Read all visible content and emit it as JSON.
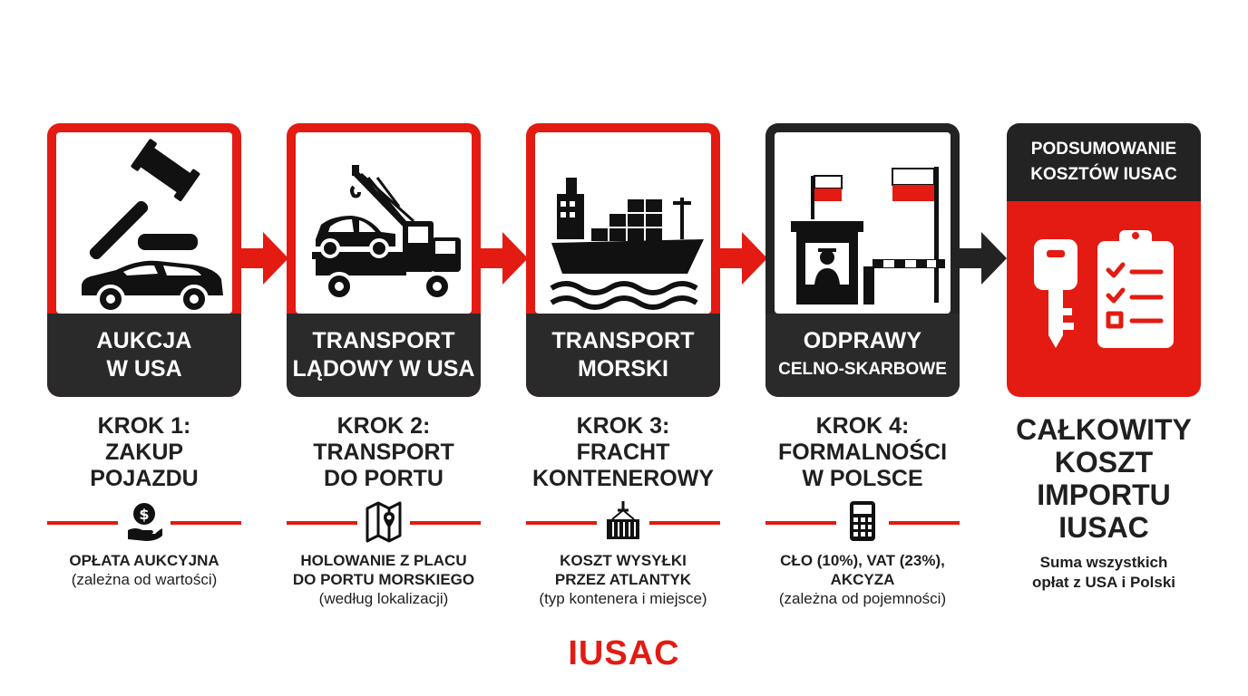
{
  "steps": [
    {
      "card_title_1": "AUKCJA",
      "card_title_2": "W USA",
      "step_heading": [
        "KROK 1:",
        "ZAKUP",
        "POJAZDU"
      ],
      "desc_bold": [
        "OPŁATA AUKCYJNA"
      ],
      "desc_normal": [
        "(zależna od wartości)"
      ],
      "icon": "gavel-car-icon",
      "small_icon": "money-hand-icon"
    },
    {
      "card_title_1": "TRANSPORT",
      "card_title_2": "LĄDOWY W USA",
      "step_heading": [
        "KROK 2:",
        "TRANSPORT",
        "DO PORTU"
      ],
      "desc_bold": [
        "HOLOWANIE Z PLACU",
        "DO PORTU MORSKIEGO"
      ],
      "desc_normal": [
        "(według lokalizacji)"
      ],
      "icon": "tow-truck-icon",
      "small_icon": "map-pin-icon"
    },
    {
      "card_title_1": "TRANSPORT",
      "card_title_2": "MORSKI",
      "step_heading": [
        "KROK 3:",
        "FRACHT",
        "KONTENEROWY"
      ],
      "desc_bold": [
        "KOSZT WYSYŁKI",
        "PRZEZ ATLANTYK"
      ],
      "desc_normal": [
        "(typ kontenera i miejsce)"
      ],
      "icon": "cargo-ship-icon",
      "small_icon": "container-icon"
    },
    {
      "card_title_1": "ODPRAWY",
      "card_title_2": "CELNO-SKARBOWE",
      "step_heading": [
        "KROK 4:",
        "FORMALNOŚCI",
        "W POLSCE"
      ],
      "desc_bold": [
        "CŁO (10%), VAT (23%),",
        "AKCYZA"
      ],
      "desc_normal": [
        "(zależna od pojemności)"
      ],
      "icon": "customs-border-icon",
      "small_icon": "calculator-icon"
    }
  ],
  "summary": {
    "head_1": "PODSUMOWANIE",
    "head_2": "KOSZTÓW IUSAC",
    "icon": "key-checklist-icon",
    "title": [
      "CAŁKOWITY",
      "KOSZT",
      "IMPORTU",
      "IUSAC"
    ],
    "desc": [
      "Suma wszystkich",
      "opłat z USA i Polski"
    ]
  },
  "colors": {
    "accent": "#e31b12",
    "dark": "#232323",
    "flag_white": "#ffffff",
    "flag_red": "#e31b12"
  },
  "brand": "IUSAC"
}
